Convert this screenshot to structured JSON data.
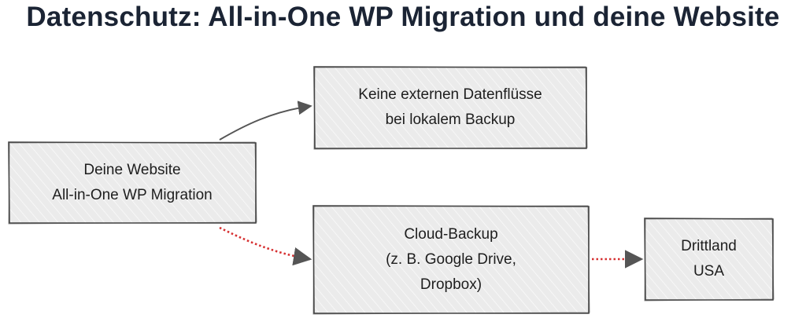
{
  "title": "Datenschutz: All-in-One WP Migration und deine Website",
  "nodes": {
    "website": {
      "line1": "Deine Website",
      "line2": "All-in-One WP Migration"
    },
    "local": {
      "line1": "Keine externen Datenflüsse",
      "line2": "bei lokalem Backup"
    },
    "cloud": {
      "line1": "Cloud-Backup",
      "line2": "(z. B. Google Drive,",
      "line3": "Dropbox)"
    },
    "drittland": {
      "line1": "Drittland",
      "line2": "USA"
    }
  },
  "colors": {
    "box_fill": "#ebebeb",
    "box_stroke": "#444444",
    "hatch": "#ffffff",
    "arrow_normal": "#555555",
    "arrow_data_flow": "#d63031",
    "title": "#1b2434"
  }
}
